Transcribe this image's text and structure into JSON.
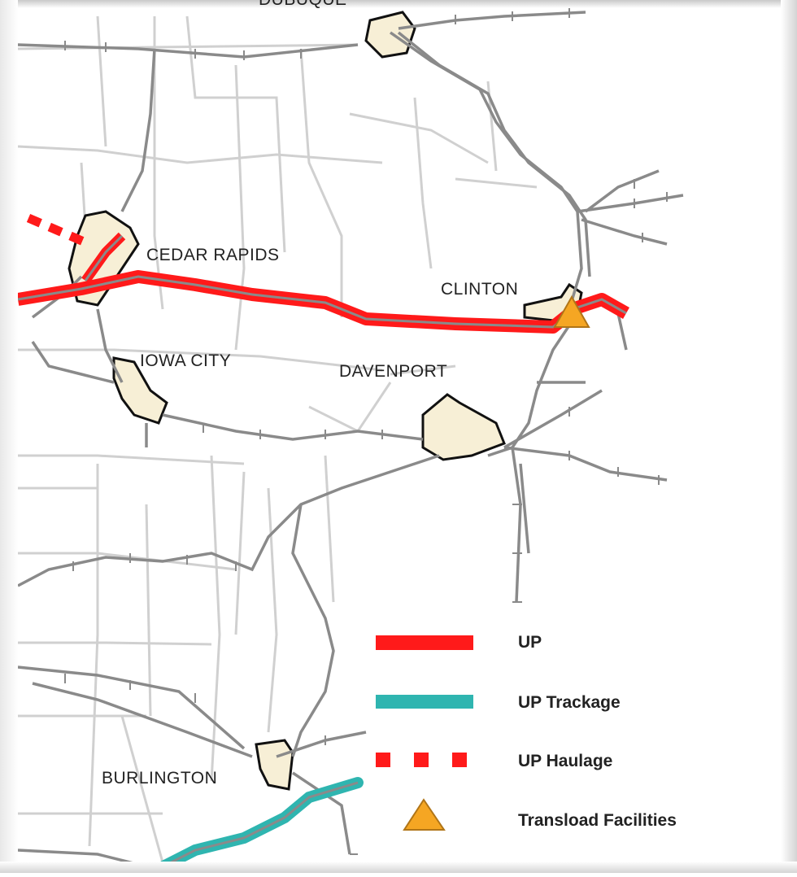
{
  "cities": {
    "dubuque": "DUBUQUE",
    "cedar_rapids": "CEDAR RAPIDS",
    "clinton": "CLINTON",
    "iowa_city": "IOWA CITY",
    "davenport": "DAVENPORT",
    "burlington": "BURLINGTON"
  },
  "legend": {
    "up": "UP",
    "up_trackage": "UP Trackage",
    "up_haulage": "UP Haulage",
    "transload": "Transload Facilities"
  },
  "colors": {
    "up": "#ff1a1a",
    "up_trackage": "#2fb5b0",
    "transload": "#f5a623",
    "roads": "#d0d0d0",
    "rail": "#8a8a8a",
    "urban": "#f7efd6"
  }
}
